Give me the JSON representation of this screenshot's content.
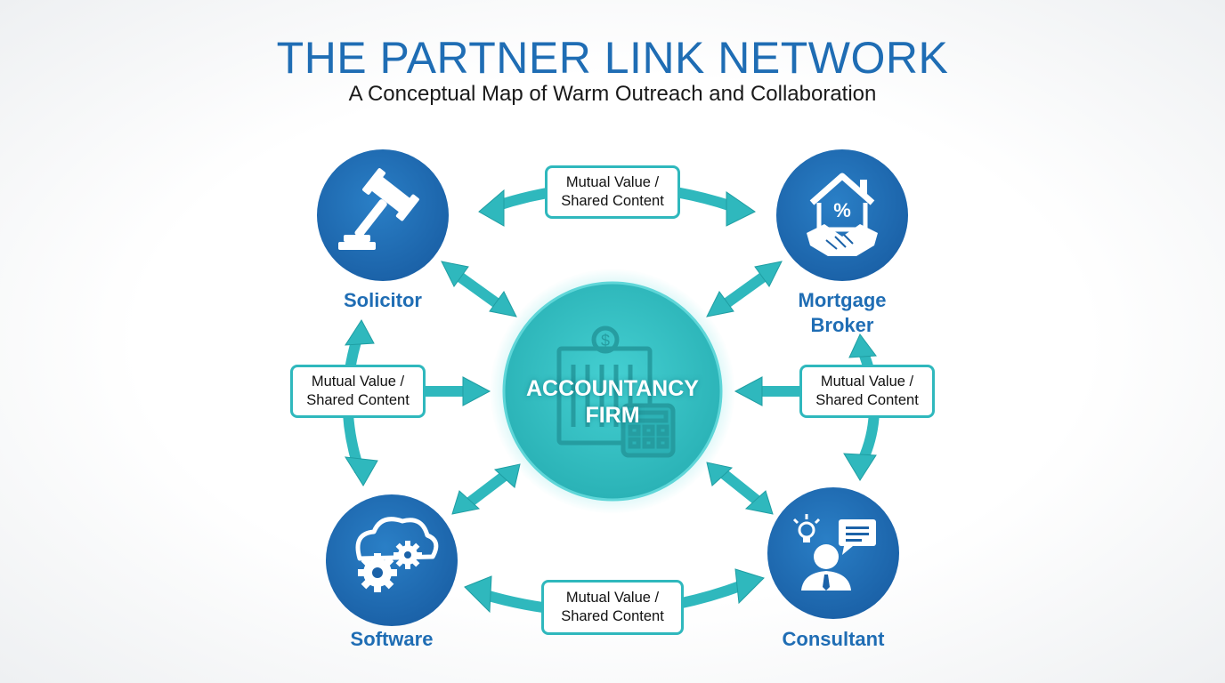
{
  "title": "THE PARTNER LINK NETWORK",
  "subtitle": "A Conceptual Map of Warm Outreach and Collaboration",
  "center": {
    "line1": "ACCOUNTANCY",
    "line2": "FIRM",
    "icon": "building-calculator-icon"
  },
  "partners": {
    "solicitor": {
      "label": "Solicitor",
      "icon": "gavel-icon"
    },
    "mortgage_broker": {
      "line1": "Mortgage",
      "line2": "Broker",
      "icon": "house-handshake-icon"
    },
    "software": {
      "label": "Software",
      "icon": "cloud-gears-icon"
    },
    "consultant": {
      "label": "Consultant",
      "icon": "person-lightbulb-chat-icon"
    }
  },
  "edges": {
    "top": {
      "line1": "Mutual Value /",
      "line2": "Shared Content"
    },
    "left": {
      "line1": "Mutual Value /",
      "line2": "Shared Content"
    },
    "right": {
      "line1": "Mutual Value /",
      "line2": "Shared Content"
    },
    "bottom": {
      "line1": "Mutual Value /",
      "line2": "Shared Content"
    }
  },
  "colors": {
    "primary_blue": "#1f6db4",
    "teal": "#2fb8bd",
    "center_teal": "#34c3c6"
  }
}
